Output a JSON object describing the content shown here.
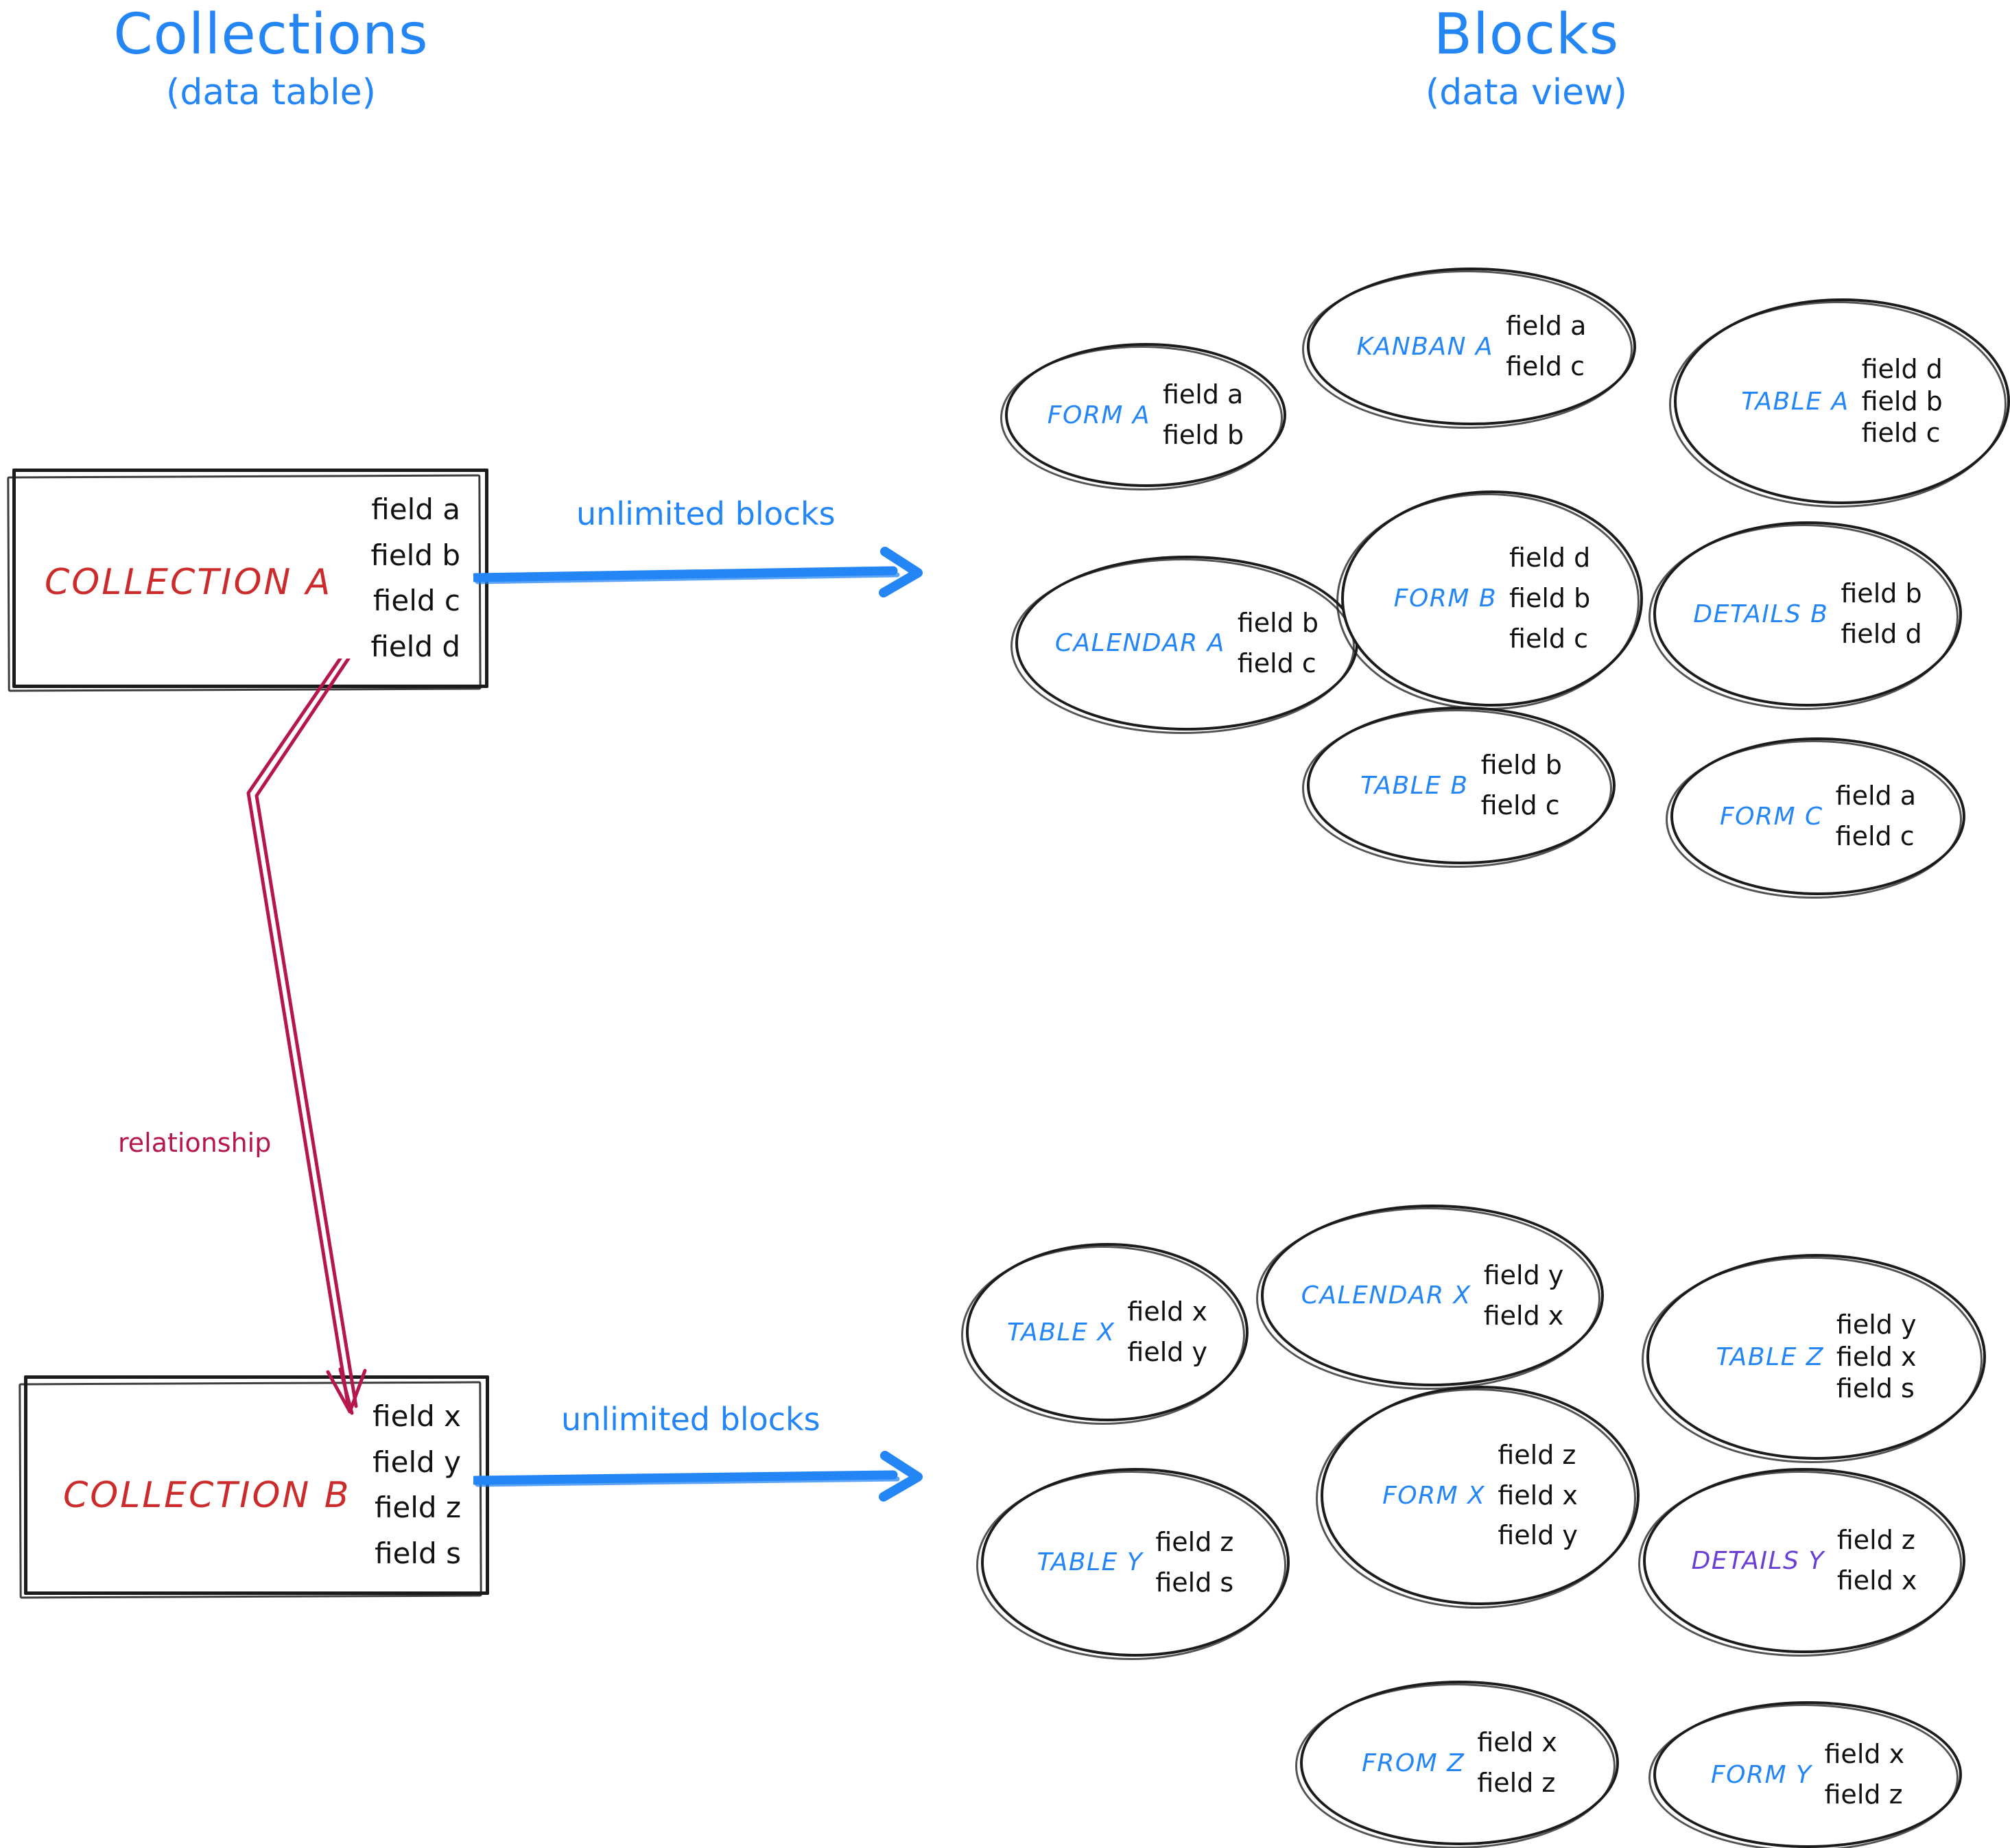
{
  "headings": {
    "collections": {
      "main": "Collections",
      "sub": "(data table)"
    },
    "blocks": {
      "main": "Blocks",
      "sub": "(data view)"
    }
  },
  "colors": {
    "accent_blue": "#2486f5",
    "collection_red": "#cc2b2b",
    "relationship_crimson": "#b5174c",
    "details_purple": "#6b3fd4",
    "ink_black": "#111111"
  },
  "collections": [
    {
      "id": "collection-a",
      "title": "COLLECTION A",
      "fields": [
        "field a",
        "field b",
        "field c",
        "field d"
      ]
    },
    {
      "id": "collection-b",
      "title": "COLLECTION B",
      "fields": [
        "field x",
        "field y",
        "field z",
        "field s"
      ]
    }
  ],
  "flows": [
    {
      "id": "flow-a",
      "label": "unlimited blocks"
    },
    {
      "id": "flow-b",
      "label": "unlimited blocks"
    }
  ],
  "relationship": {
    "label": "relationship"
  },
  "block_groups": [
    {
      "id": "group-a",
      "source": "COLLECTION A",
      "blocks": [
        {
          "label": "FORM A",
          "fields": [
            "field a",
            "field b"
          ],
          "color": "#2486f5"
        },
        {
          "label": "KANBAN A",
          "fields": [
            "field a",
            "field c"
          ],
          "color": "#2486f5"
        },
        {
          "label": "TABLE A",
          "fields": [
            "field d",
            "field b",
            "field c"
          ],
          "color": "#2486f5"
        },
        {
          "label": "CALENDAR A",
          "fields": [
            "field b",
            "field c"
          ],
          "color": "#2486f5"
        },
        {
          "label": "FORM B",
          "fields": [
            "field d",
            "field b",
            "field c"
          ],
          "color": "#2486f5"
        },
        {
          "label": "DETAILS B",
          "fields": [
            "field b",
            "field d"
          ],
          "color": "#2486f5"
        },
        {
          "label": "TABLE B",
          "fields": [
            "field b",
            "field c"
          ],
          "color": "#2486f5"
        },
        {
          "label": "FORM C",
          "fields": [
            "field a",
            "field c"
          ],
          "color": "#2486f5"
        }
      ]
    },
    {
      "id": "group-b",
      "source": "COLLECTION B",
      "blocks": [
        {
          "label": "TABLE X",
          "fields": [
            "field x",
            "field y"
          ],
          "color": "#2486f5"
        },
        {
          "label": "CALENDAR X",
          "fields": [
            "field y",
            "field x"
          ],
          "color": "#2486f5"
        },
        {
          "label": "TABLE Z",
          "fields": [
            "field y",
            "field x",
            "field s"
          ],
          "color": "#2486f5"
        },
        {
          "label": "TABLE Y",
          "fields": [
            "field z",
            "field s"
          ],
          "color": "#2486f5"
        },
        {
          "label": "FORM X",
          "fields": [
            "field z",
            "field x",
            "field y"
          ],
          "color": "#2486f5"
        },
        {
          "label": "DETAILS Y",
          "fields": [
            "field z",
            "field x"
          ],
          "color": "#6b3fd4"
        },
        {
          "label": "FROM Z",
          "fields": [
            "field x",
            "field z"
          ],
          "color": "#2486f5"
        },
        {
          "label": "FORM Y",
          "fields": [
            "field x",
            "field z"
          ],
          "color": "#2486f5"
        }
      ]
    }
  ]
}
